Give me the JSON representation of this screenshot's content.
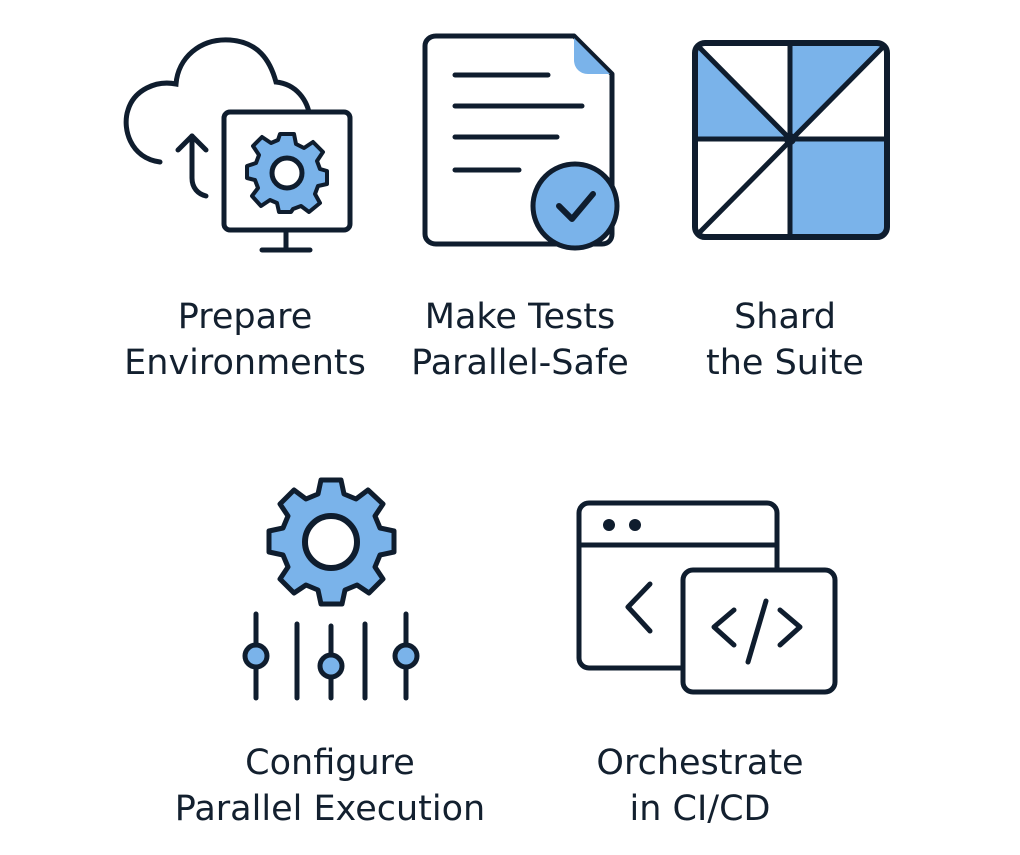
{
  "colors": {
    "stroke": "#0f1d2e",
    "accent": "#7ab3ea",
    "background": "#ffffff"
  },
  "steps": [
    {
      "icon": "cloud-monitor-gear-icon",
      "line1": "Prepare",
      "line2": "Environments"
    },
    {
      "icon": "document-check-icon",
      "line1": "Make Tests",
      "line2": "Parallel-Safe"
    },
    {
      "icon": "sharded-grid-icon",
      "line1": "Shard",
      "line2": "the Suite"
    },
    {
      "icon": "gear-sliders-icon",
      "line1": "Configure",
      "line2": "Parallel Execution"
    },
    {
      "icon": "code-windows-icon",
      "line1": "Orchestrate",
      "line2": "in CI/CD"
    }
  ]
}
